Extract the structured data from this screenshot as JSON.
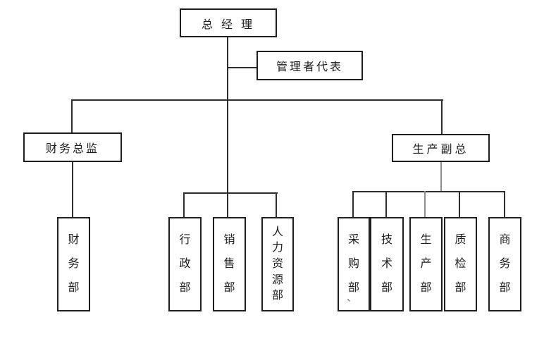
{
  "diagram": {
    "type": "org-chart",
    "nodes": {
      "general_manager": {
        "label": "总 经 理"
      },
      "management_rep": {
        "label": "管理者代表"
      },
      "finance_director": {
        "label": "财务总监"
      },
      "production_vp": {
        "label": "生产副总"
      }
    },
    "departments": [
      {
        "id": "finance",
        "label": "财务部"
      },
      {
        "id": "admin",
        "label": "行政部"
      },
      {
        "id": "sales",
        "label": "销售部"
      },
      {
        "id": "hr",
        "label": "人力资源部"
      },
      {
        "id": "purchasing",
        "label": "采购部"
      },
      {
        "id": "technology",
        "label": "技术部"
      },
      {
        "id": "production",
        "label": "生产部"
      },
      {
        "id": "quality",
        "label": "质检部"
      },
      {
        "id": "commerce",
        "label": "商务部"
      }
    ],
    "stray_mark": "、",
    "colors": {
      "background": "#ffffff",
      "line": "#2e2e2e",
      "line_gray": "#8e8e8e",
      "text": "#1c1c1c"
    }
  }
}
